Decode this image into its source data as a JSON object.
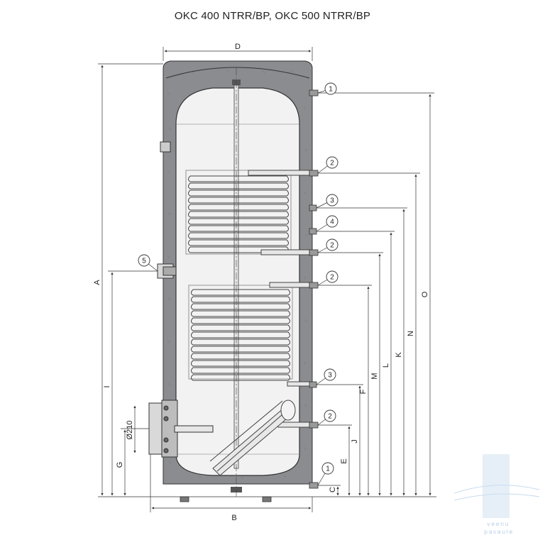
{
  "title": "OKC 400 NTRR/BP, OKC 500 NTRR/BP",
  "dimension_labels": {
    "D": "D",
    "A": "A",
    "B": "B",
    "I": "I",
    "G": "G",
    "C": "C",
    "E": "E",
    "J": "J",
    "F": "F",
    "M": "M",
    "L": "L",
    "K": "K",
    "N": "N",
    "O": "O",
    "flange": "Ø210"
  },
  "callouts": [
    "1",
    "2",
    "3",
    "4",
    "2",
    "2",
    "3",
    "2",
    "1",
    "5"
  ],
  "watermark": {
    "line1": "veenu",
    "line2": "pasaule"
  },
  "colors": {
    "insulation": "#8a8c90",
    "tank_fill": "#f2f2f2",
    "line": "#333333",
    "watermark": "#b9cfe6"
  }
}
